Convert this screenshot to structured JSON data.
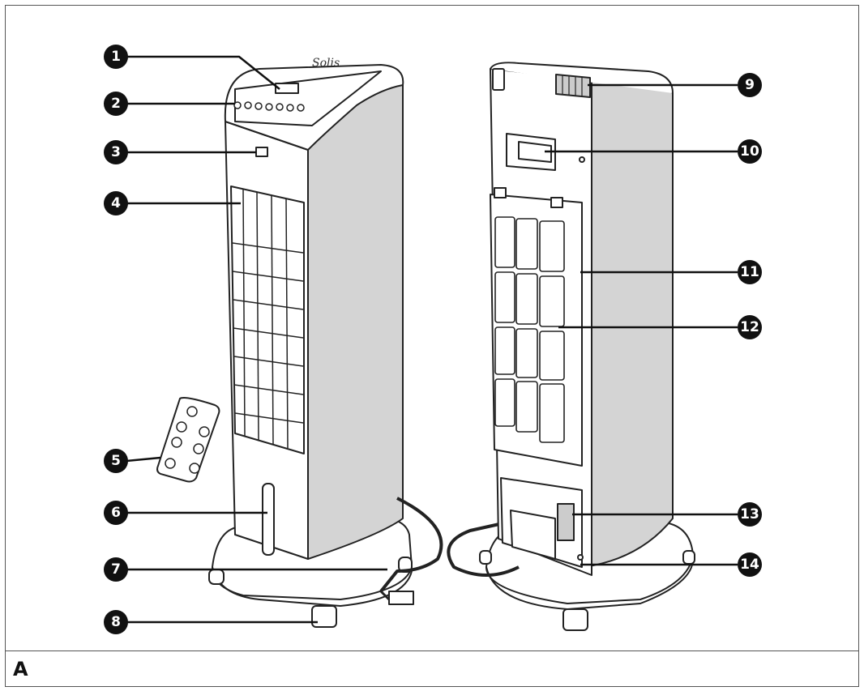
{
  "figure_label": "A",
  "brand_text": "Solis",
  "callouts": [
    "1",
    "2",
    "3",
    "4",
    "5",
    "6",
    "7",
    "8",
    "9",
    "10",
    "11",
    "12",
    "13",
    "14"
  ]
}
